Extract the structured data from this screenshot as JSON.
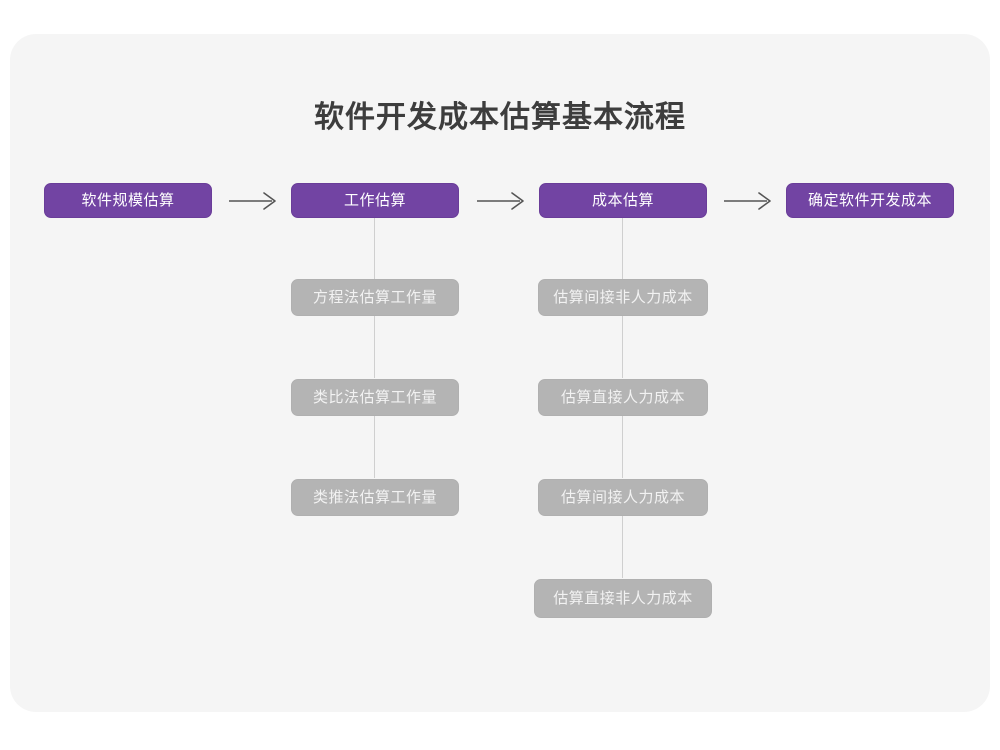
{
  "page": {
    "title": "软件开发成本估算基本流程",
    "background_color": "#ffffff",
    "card_color": "#f5f5f5",
    "primary_color": "#7244a3",
    "secondary_color": "#b4b4b4",
    "title_color": "#3d3d3d",
    "connector_color": "#cfcfcf",
    "arrow_color": "#555555"
  },
  "diagram": {
    "type": "flowchart",
    "orientation": "left-to-right with vertical sub-branches",
    "main_flow": [
      {
        "id": "step-1",
        "label": "软件规模估算"
      },
      {
        "id": "step-2",
        "label": "工作估算"
      },
      {
        "id": "step-3",
        "label": "成本估算"
      },
      {
        "id": "step-4",
        "label": "确定软件开发成本"
      }
    ],
    "arrows": [
      {
        "id": "arrow-1",
        "glyph": "→",
        "from": "step-1",
        "to": "step-2"
      },
      {
        "id": "arrow-2",
        "glyph": "→",
        "from": "step-2",
        "to": "step-3"
      },
      {
        "id": "arrow-3",
        "glyph": "→",
        "from": "step-3",
        "to": "step-4"
      }
    ],
    "branches": [
      {
        "id": "branch-work-estimation",
        "parent": "step-2",
        "items": [
          {
            "id": "work-1",
            "label": "方程法估算工作量"
          },
          {
            "id": "work-2",
            "label": "类比法估算工作量"
          },
          {
            "id": "work-3",
            "label": "类推法估算工作量"
          }
        ]
      },
      {
        "id": "branch-cost-estimation",
        "parent": "step-3",
        "items": [
          {
            "id": "cost-1",
            "label": "估算间接非人力成本"
          },
          {
            "id": "cost-2",
            "label": "估算直接人力成本"
          },
          {
            "id": "cost-3",
            "label": "估算间接人力成本"
          },
          {
            "id": "cost-4",
            "label": "估算直接非人力成本"
          }
        ]
      }
    ]
  }
}
